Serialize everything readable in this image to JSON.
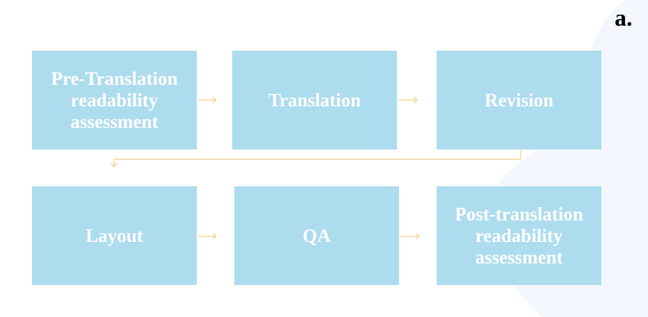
{
  "panel_label": "a.",
  "steps": [
    {
      "label": "Pre-Translation\nreadability\nassessment"
    },
    {
      "label": "Translation"
    },
    {
      "label": "Revision"
    },
    {
      "label": "Layout"
    },
    {
      "label": "QA"
    },
    {
      "label": "Post-translation\nreadability\nassessment"
    }
  ],
  "colors": {
    "box_fill": "#addcee",
    "box_text": "#ffffff",
    "connector": "#f2cf86",
    "background_blob": "#f3f7fd"
  }
}
